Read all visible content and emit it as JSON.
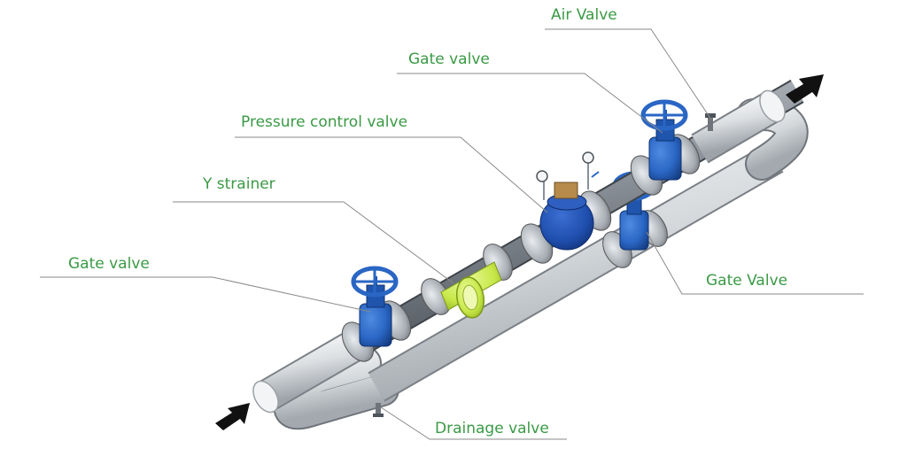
{
  "labels": {
    "air_valve": "Air Valve",
    "gate_valve_top": "Gate valve",
    "pressure_control_valve": "Pressure control valve",
    "y_strainer": "Y strainer",
    "gate_valve_left": "Gate valve",
    "gate_valve_bypass": "Gate Valve",
    "drainage_valve": "Drainage valve"
  },
  "colors": {
    "label_text": "#3a9a45",
    "leader_line": "#8a8a8a",
    "pipe": "#dadde0",
    "valve_blue": "#2a66c4",
    "strainer_green": "#c8e84a",
    "arrow": "#111111"
  },
  "icons": {
    "inlet": "arrow-inlet-icon",
    "outlet": "arrow-outlet-icon"
  }
}
